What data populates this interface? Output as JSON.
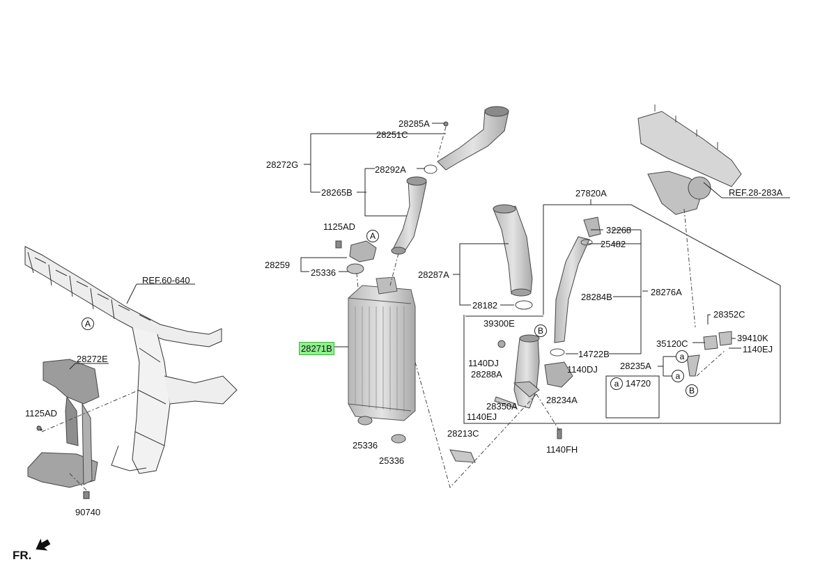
{
  "colors": {
    "highlight": "#8ef08e",
    "part": "#c9c9c9",
    "line": "#222222"
  },
  "labels": {
    "l28285A": "28285A",
    "l28251C": "28251C",
    "l28272G": "28272G",
    "l28292A": "28292A",
    "l28265B": "28265B",
    "l1125AD_a": "1125AD",
    "l28259": "28259",
    "l25336_a": "25336",
    "l28271B": "28271B",
    "l25336_b": "25336",
    "l25336_c": "25336",
    "l27820A": "27820A",
    "l28287A": "28287A",
    "l28182": "28182",
    "l32268": "32268",
    "l25482": "25482",
    "l28284B": "28284B",
    "l28276A": "28276A",
    "l39300E": "39300E",
    "l1140DJ_a": "1140DJ",
    "l28288A": "28288A",
    "l14722B": "14722B",
    "l1140DJ_b": "1140DJ",
    "l28234A": "28234A",
    "l28350A": "28350A",
    "l1140EJ_a": "1140EJ",
    "l14720": "14720",
    "l28213C": "28213C",
    "l1140FH": "1140FH",
    "l28352C": "28352C",
    "l35120C": "35120C",
    "l39410K": "39410K",
    "l1140EJ_b": "1140EJ",
    "l28235A": "28235A",
    "lREF28": "REF.28-283A",
    "lREF60": "REF.60-640",
    "l28272E": "28272E",
    "l1125AD_b": "1125AD",
    "l90740": "90740"
  },
  "circles": {
    "cA1": "A",
    "cA2": "A",
    "cB1": "B",
    "cB2": "B",
    "ca1": "a",
    "ca2": "a",
    "ca3": "a"
  },
  "fr_label": "FR."
}
